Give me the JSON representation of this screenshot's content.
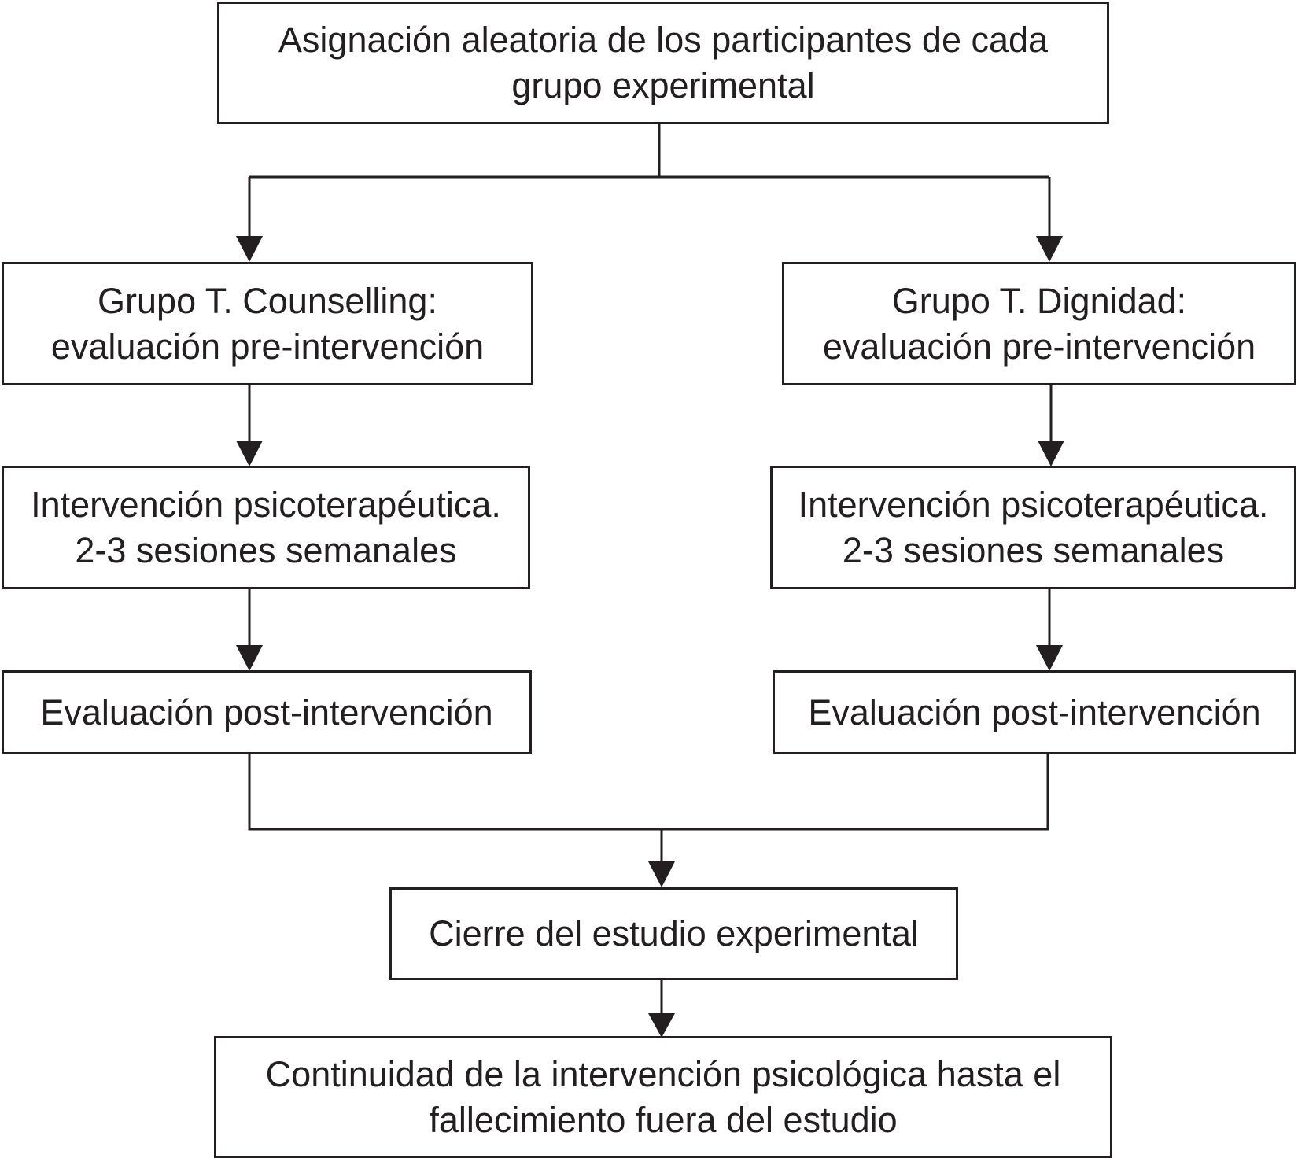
{
  "diagram": {
    "type": "flowchart",
    "colors": {
      "line": "#231f20",
      "background": "#ffffff",
      "text": "#231f20"
    },
    "nodes": {
      "assignment": {
        "lines": [
          "Asignación aleatoria de los participantes de cada",
          "grupo experimental"
        ]
      },
      "counselling_pre": {
        "lines": [
          "Grupo T. Counselling:",
          "evaluación pre-intervención"
        ]
      },
      "dignity_pre": {
        "lines": [
          "Grupo T. Dignidad:",
          "evaluación pre-intervención"
        ]
      },
      "counselling_intervention": {
        "lines": [
          "Intervención psicoterapéutica.",
          "2-3 sesiones semanales"
        ]
      },
      "dignity_intervention": {
        "lines": [
          "Intervención psicoterapéutica.",
          "2-3 sesiones semanales"
        ]
      },
      "counselling_post": {
        "lines": [
          "Evaluación post-intervención"
        ]
      },
      "dignity_post": {
        "lines": [
          "Evaluación post-intervención"
        ]
      },
      "closure": {
        "lines": [
          "Cierre del estudio experimental"
        ]
      },
      "continuity": {
        "lines": [
          "Continuidad de la intervención psicológica hasta el",
          "fallecimiento fuera del estudio"
        ]
      }
    },
    "edges": [
      {
        "from": "assignment",
        "to": "counselling_pre"
      },
      {
        "from": "assignment",
        "to": "dignity_pre"
      },
      {
        "from": "counselling_pre",
        "to": "counselling_intervention"
      },
      {
        "from": "dignity_pre",
        "to": "dignity_intervention"
      },
      {
        "from": "counselling_intervention",
        "to": "counselling_post"
      },
      {
        "from": "dignity_intervention",
        "to": "dignity_post"
      },
      {
        "from": "counselling_post",
        "to": "closure"
      },
      {
        "from": "dignity_post",
        "to": "closure"
      },
      {
        "from": "closure",
        "to": "continuity"
      }
    ]
  }
}
